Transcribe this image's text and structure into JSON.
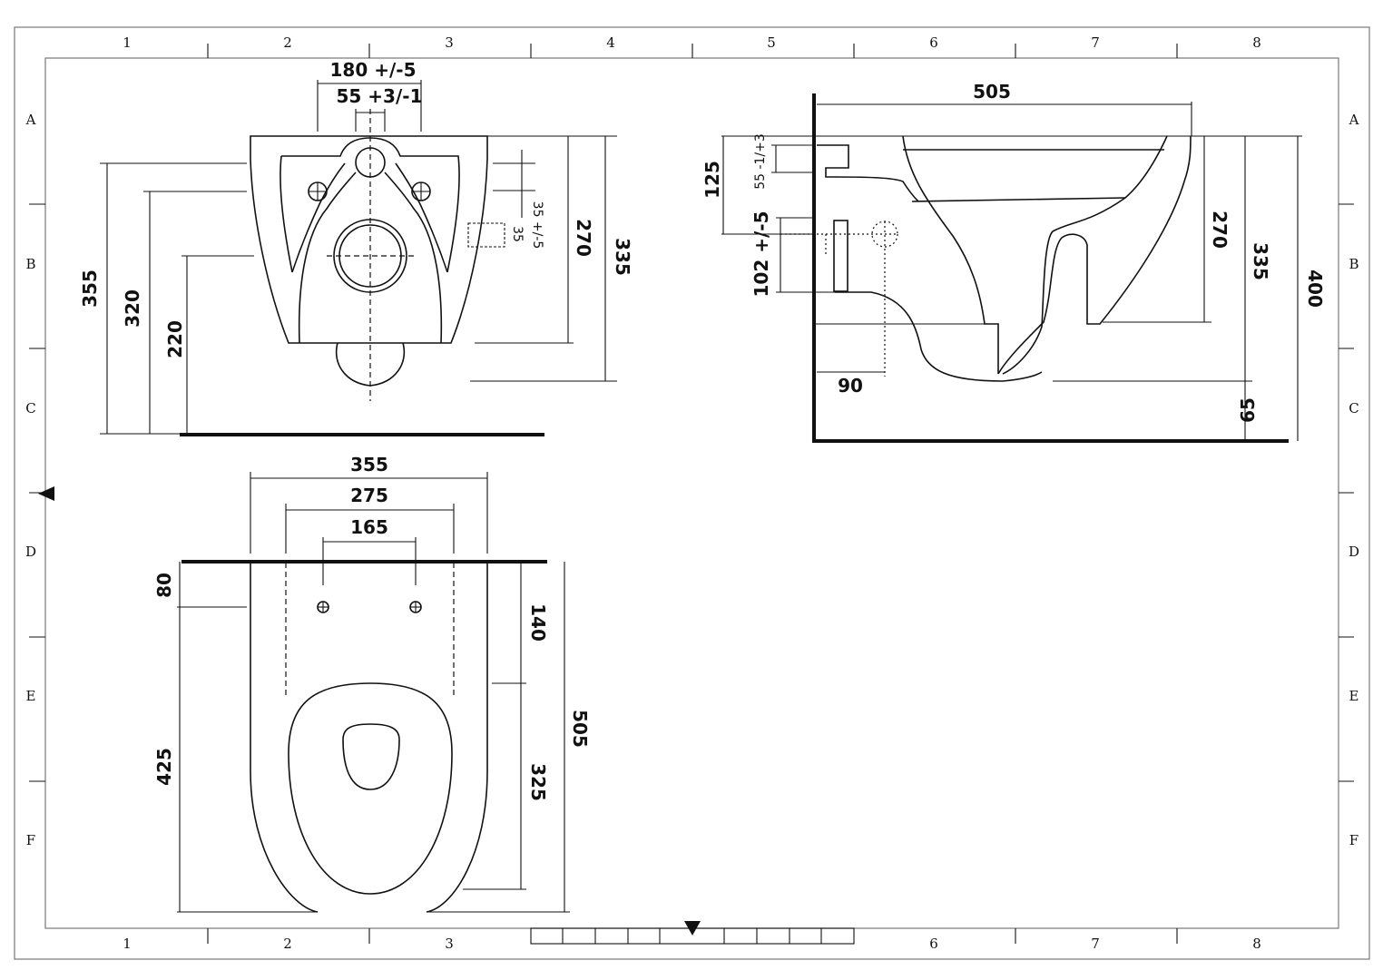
{
  "grid": {
    "columns": [
      "1",
      "2",
      "3",
      "4",
      "5",
      "6",
      "7",
      "8"
    ],
    "rows": [
      "A",
      "B",
      "C",
      "D",
      "E",
      "F"
    ]
  },
  "front_view": {
    "dims": {
      "bracket_spacing": "180 +/-5",
      "inlet_offset": "55 +3/-1",
      "side_offset": "35 +/-5",
      "side_small": "35",
      "h_270": "270",
      "h_335": "335",
      "h_355": "355",
      "h_320": "320",
      "h_220": "220"
    }
  },
  "side_view": {
    "dims": {
      "depth": "505",
      "d_125": "125",
      "d_55": "55 -1/+3",
      "d_102": "102 +/-5",
      "d_90": "90",
      "h_270": "270",
      "h_335": "335",
      "h_400": "400",
      "h_65": "65"
    }
  },
  "top_view": {
    "dims": {
      "width": "355",
      "w_275": "275",
      "w_165": "165",
      "d_80": "80",
      "d_140": "140",
      "d_505": "505",
      "d_425": "425",
      "d_325": "325"
    }
  }
}
